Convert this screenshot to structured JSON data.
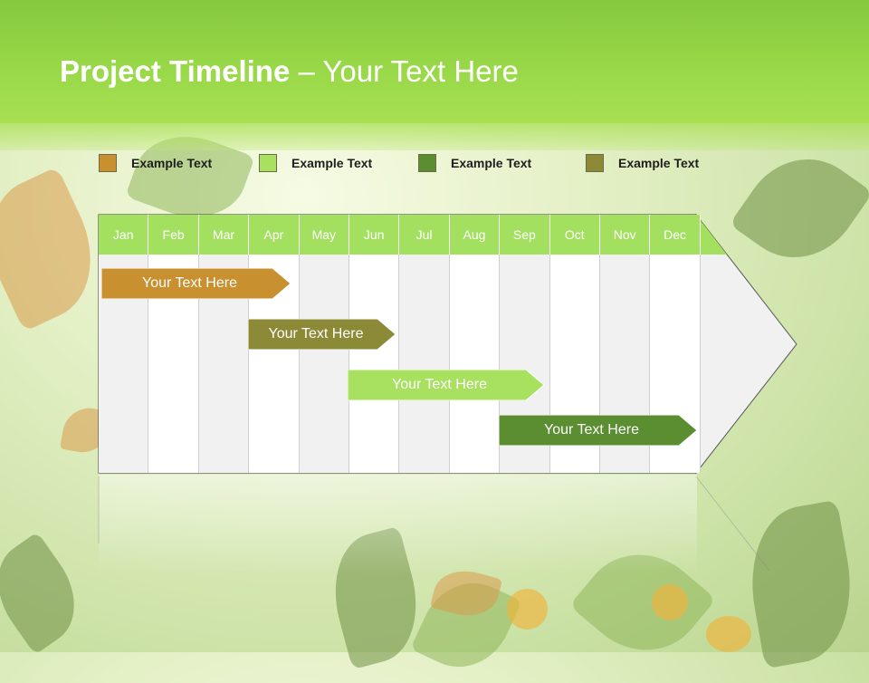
{
  "header": {
    "title_bold": "Project Timeline",
    "title_rest": " – Your Text Here"
  },
  "legend": [
    {
      "label": "Example Text",
      "color": "#c8902e"
    },
    {
      "label": "Example Text",
      "color": "#a8e060"
    },
    {
      "label": "Example Text",
      "color": "#5a8e30"
    },
    {
      "label": "Example Text",
      "color": "#8c8a36"
    }
  ],
  "months": [
    "Jan",
    "Feb",
    "Mar",
    "Apr",
    "May",
    "Jun",
    "Jul",
    "Aug",
    "Sep",
    "Oct",
    "Nov",
    "Dec"
  ],
  "bars": [
    {
      "label": "Your  Text Here",
      "color": "#c8902e"
    },
    {
      "label": "Your  Text Here",
      "color": "#8c8a36"
    },
    {
      "label": "Your  Text Here",
      "color": "#a8e060"
    },
    {
      "label": "Your  Text Here",
      "color": "#5a8e30"
    }
  ]
}
